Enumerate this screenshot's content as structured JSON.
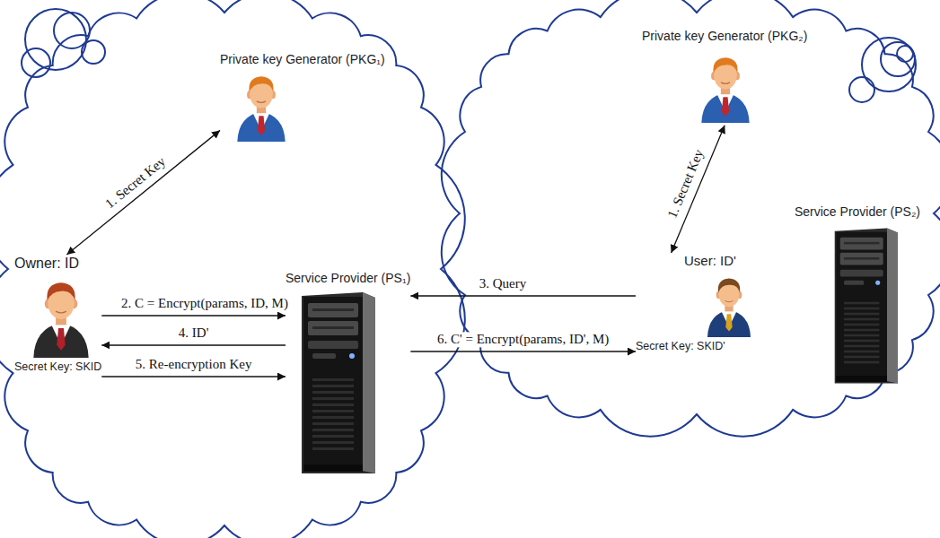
{
  "diagram": {
    "nodes": [
      {
        "text": [
          "Private key Generator (PKG₁)"
        ]
      },
      {
        "text": [
          "Owner: ID",
          "Secret Key: SKID"
        ]
      },
      {
        "text": [
          "Service Provider (PS₁)"
        ]
      },
      {
        "text": [
          "Private key Generator (PKG₂)"
        ]
      },
      {
        "text": [
          "User: ID'",
          "Secret Key: SKID'"
        ]
      },
      {
        "text": [
          "Service Provider (PS₂)"
        ]
      }
    ],
    "edges": [
      {
        "from": 1,
        "to": 0,
        "label": "1. Secret Key",
        "arrow": "both"
      },
      {
        "from": 4,
        "to": 3,
        "label": "1. Secret Key",
        "arrow": "both"
      },
      {
        "from": 1,
        "to": 2,
        "label": "2. C = Encrypt(params, ID, M)",
        "arrow": "to"
      },
      {
        "from": 4,
        "to": 2,
        "label": "3. Query",
        "arrow": "to"
      },
      {
        "from": 2,
        "to": 1,
        "label": "4. ID'",
        "arrow": "to"
      },
      {
        "from": 1,
        "to": 2,
        "label": "5. Re-encryption Key",
        "arrow": "to"
      },
      {
        "from": 2,
        "to": 4,
        "label": "6. C' = Encrypt(params, ID', M)",
        "arrow": "to"
      }
    ]
  }
}
